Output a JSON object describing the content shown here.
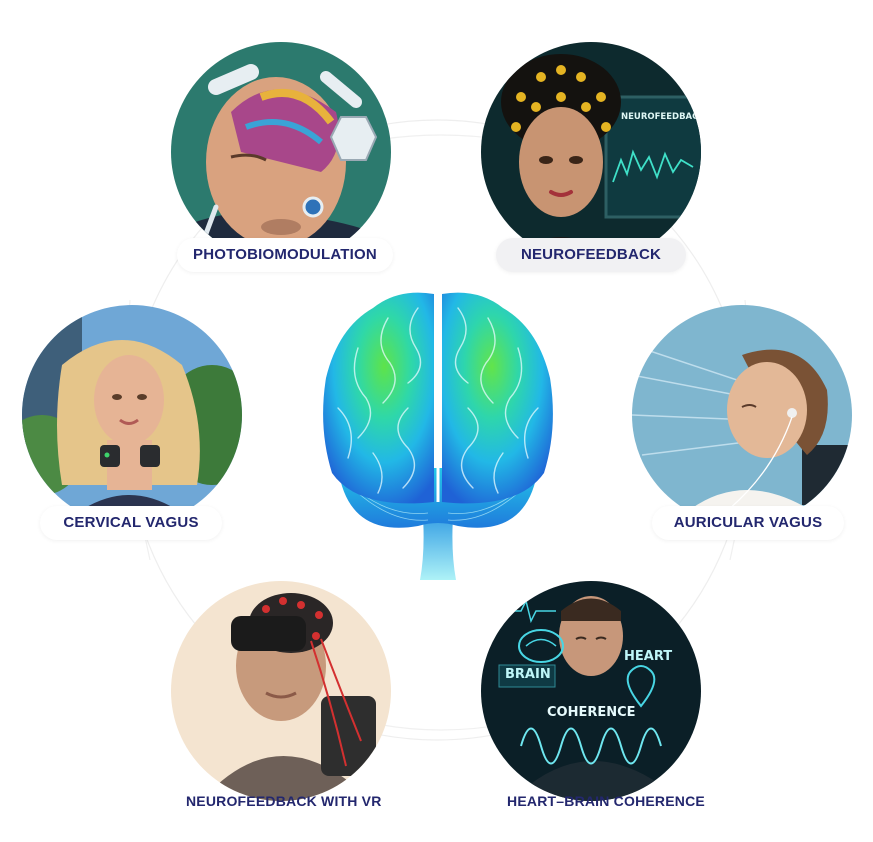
{
  "nodes": {
    "photobiomodulation": {
      "label": "PHOTOBIOMODULATION"
    },
    "neurofeedback": {
      "label": "NEUROFEEDBACK",
      "screen_text": "NEUROFEEDBACK"
    },
    "cervical_vagus": {
      "label": "CERVICAL VAGUS"
    },
    "auricular_vagus": {
      "label": "AURICULAR VAGUS"
    },
    "neurofeedback_vr": {
      "label": "NEUROFEEDBACK WITH VR"
    },
    "heart_brain": {
      "label": "HEART–BRAIN COHERENCE",
      "overlay": {
        "brain": "BRAIN",
        "heart": "HEART",
        "coherence": "COHERENCE"
      }
    }
  },
  "colors": {
    "label_text": "#23276e",
    "brain_green": "#5ee34a",
    "brain_blue": "#1f7bdc",
    "brain_cyan": "#22d3e6"
  }
}
